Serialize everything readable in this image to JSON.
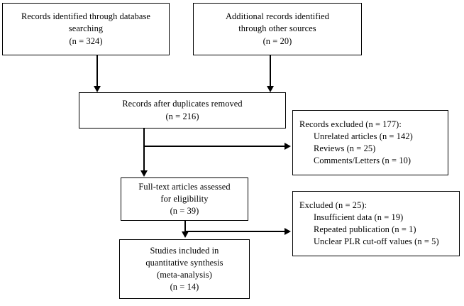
{
  "diagram": {
    "type": "prisma-flow-diagram",
    "title": "PRISMA study selection flow diagram",
    "line_color": "#000000",
    "box_fill": "#ffffff",
    "nodes": {
      "database_records": {
        "lines": [
          "Records identified through database",
          "searching",
          "(n = 324)"
        ]
      },
      "other_records": {
        "lines": [
          "Additional records identified",
          "through other sources",
          "(n = 20)"
        ]
      },
      "after_duplicates": {
        "lines": [
          "Records after duplicates removed",
          "(n = 216)"
        ]
      },
      "records_excluded": {
        "lines": [
          "Records excluded (n = 177):",
          "Unrelated articles (n = 142)",
          "Reviews (n = 25)",
          "Comments/Letters (n = 10)"
        ]
      },
      "fulltext_assessed": {
        "lines": [
          "Full-text articles assessed",
          "for eligibility",
          "(n = 39)"
        ]
      },
      "fulltext_excluded": {
        "lines": [
          "Excluded (n = 25):",
          "Insufficient data (n = 19)",
          "Repeated publication (n = 1)",
          "Unclear PLR cut-off values (n = 5)"
        ]
      },
      "studies_included": {
        "lines": [
          "Studies included in",
          "quantitative synthesis",
          "(meta-analysis)",
          "(n = 14)"
        ]
      }
    }
  }
}
